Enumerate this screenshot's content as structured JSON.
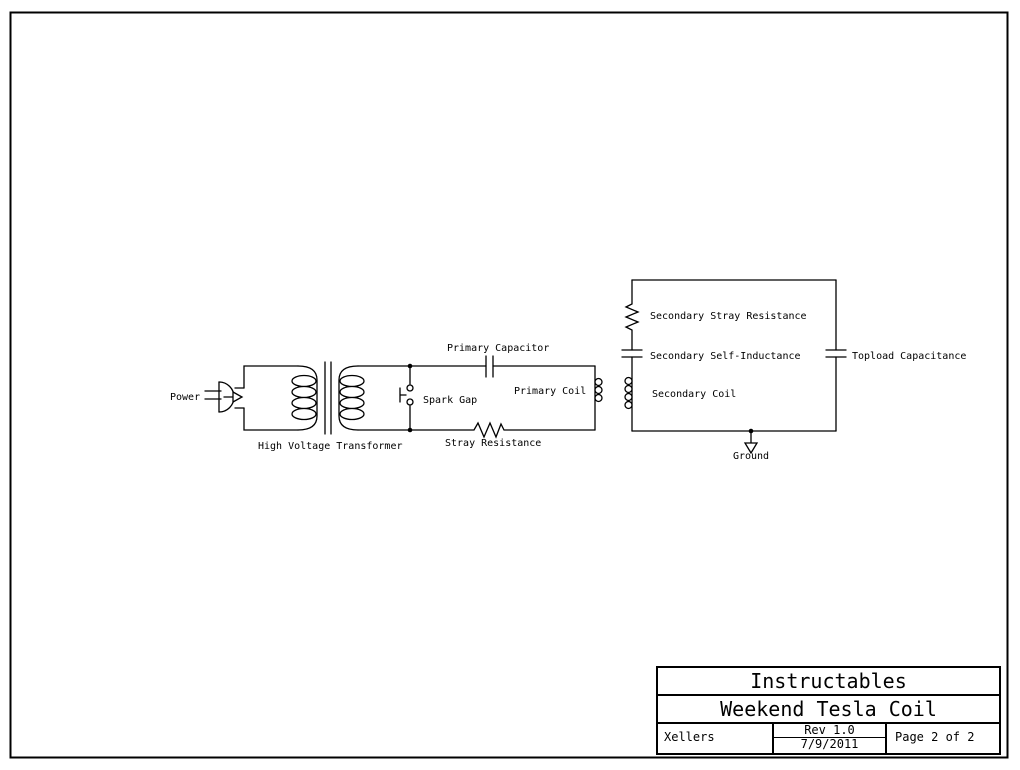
{
  "colors": {
    "background": "#ffffff",
    "ink": "#000000"
  },
  "schematic": {
    "labels": {
      "power": "Power",
      "high_voltage_transformer": "High Voltage Transformer",
      "spark_gap": "Spark Gap",
      "primary_capacitor": "Primary Capacitor",
      "primary_coil": "Primary Coil",
      "stray_resistance": "Stray Resistance",
      "secondary_stray_resistance": "Secondary Stray Resistance",
      "secondary_self_inductance": "Secondary Self-Inductance",
      "secondary_coil": "Secondary Coil",
      "topload_capacitance": "Topload Capacitance",
      "ground": "Ground"
    }
  },
  "title_block": {
    "organization": "Instructables",
    "drawing_title": "Weekend Tesla Coil",
    "author": "Xellers",
    "revision": "Rev 1.0",
    "date": "7/9/2011",
    "page": "Page 2 of 2"
  }
}
